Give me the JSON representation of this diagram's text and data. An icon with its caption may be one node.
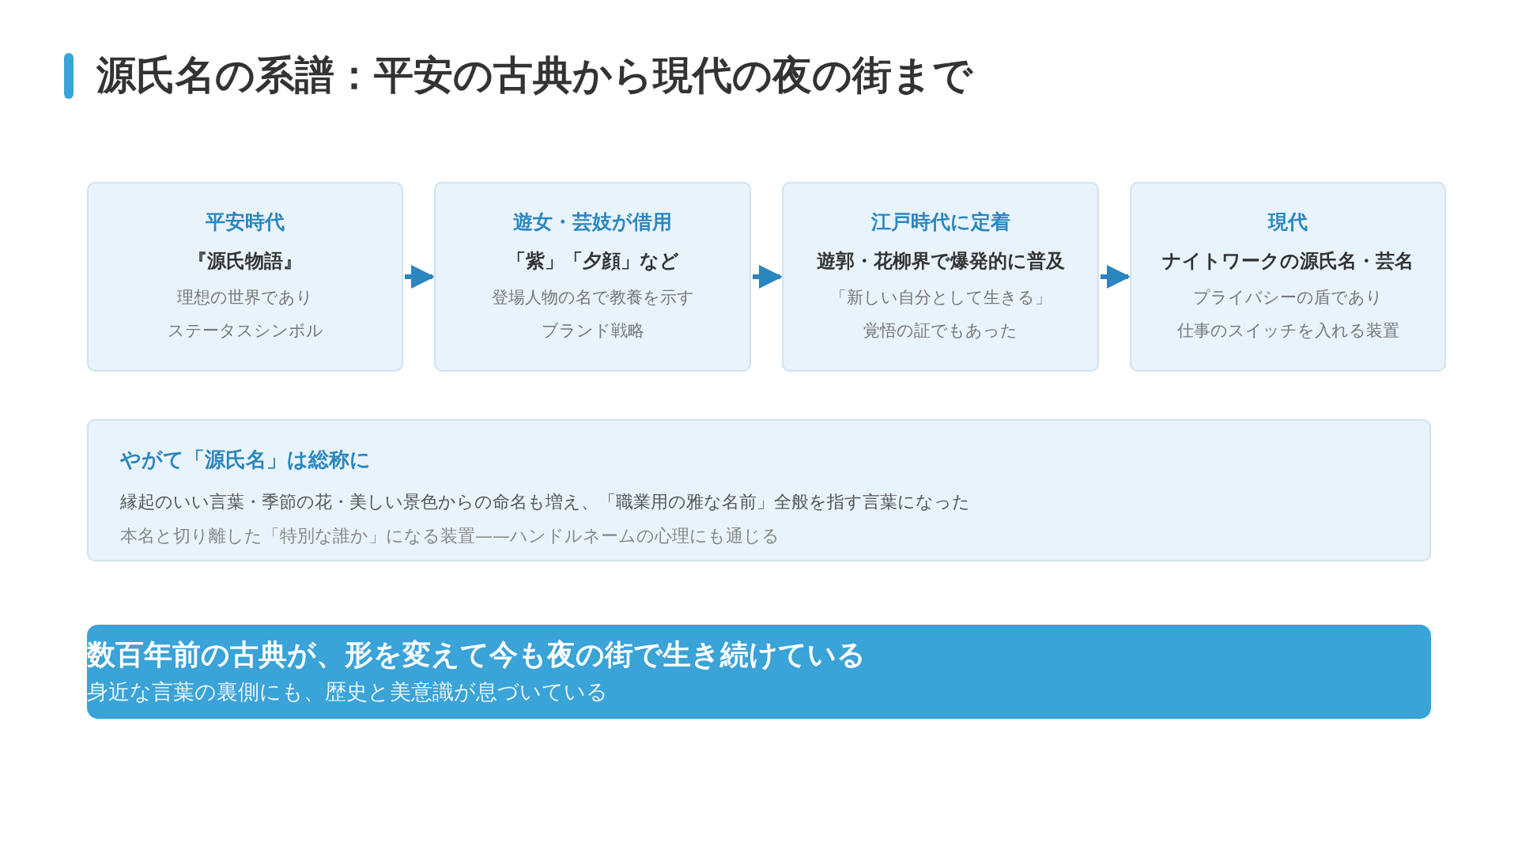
{
  "diagram": {
    "title": "源氏名の系譜：平安の古典から現代の夜の街まで",
    "nodes": [
      {
        "text": [
          "平安時代",
          "『源氏物語』",
          "理想の世界であり",
          "ステータスシンボル"
        ]
      },
      {
        "text": [
          "遊女・芸妓が借用",
          "「紫」「夕顔」など",
          "登場人物の名で教養を示す",
          "ブランド戦略"
        ]
      },
      {
        "text": [
          "江戸時代に定着",
          "遊郭・花柳界で爆発的に普及",
          "「新しい自分として生きる」",
          "覚悟の証でもあった"
        ]
      },
      {
        "text": [
          "現代",
          "ナイトワークの源氏名・芸名",
          "プライバシーの盾であり",
          "仕事のスイッチを入れる装置"
        ]
      },
      {
        "text": [
          "やがて「源氏名」は総称に",
          "縁起のいい言葉・季節の花・美しい景色からの命名も増え、「職業用の雅な名前」全般を指す言葉になった",
          "本名と切り離した「特別な誰か」になる装置——ハンドルネームの心理にも通じる"
        ]
      },
      {
        "text": [
          "数百年前の古典が、形を変えて今も夜の街で生き続けている",
          "身近な言葉の裏側にも、歴史と美意識が息づいている"
        ]
      }
    ],
    "edges": [
      {
        "from": 0,
        "to": 1,
        "arrow": "to"
      },
      {
        "from": 1,
        "to": 2,
        "arrow": "to"
      },
      {
        "from": 2,
        "to": 3,
        "arrow": "to"
      }
    ]
  }
}
